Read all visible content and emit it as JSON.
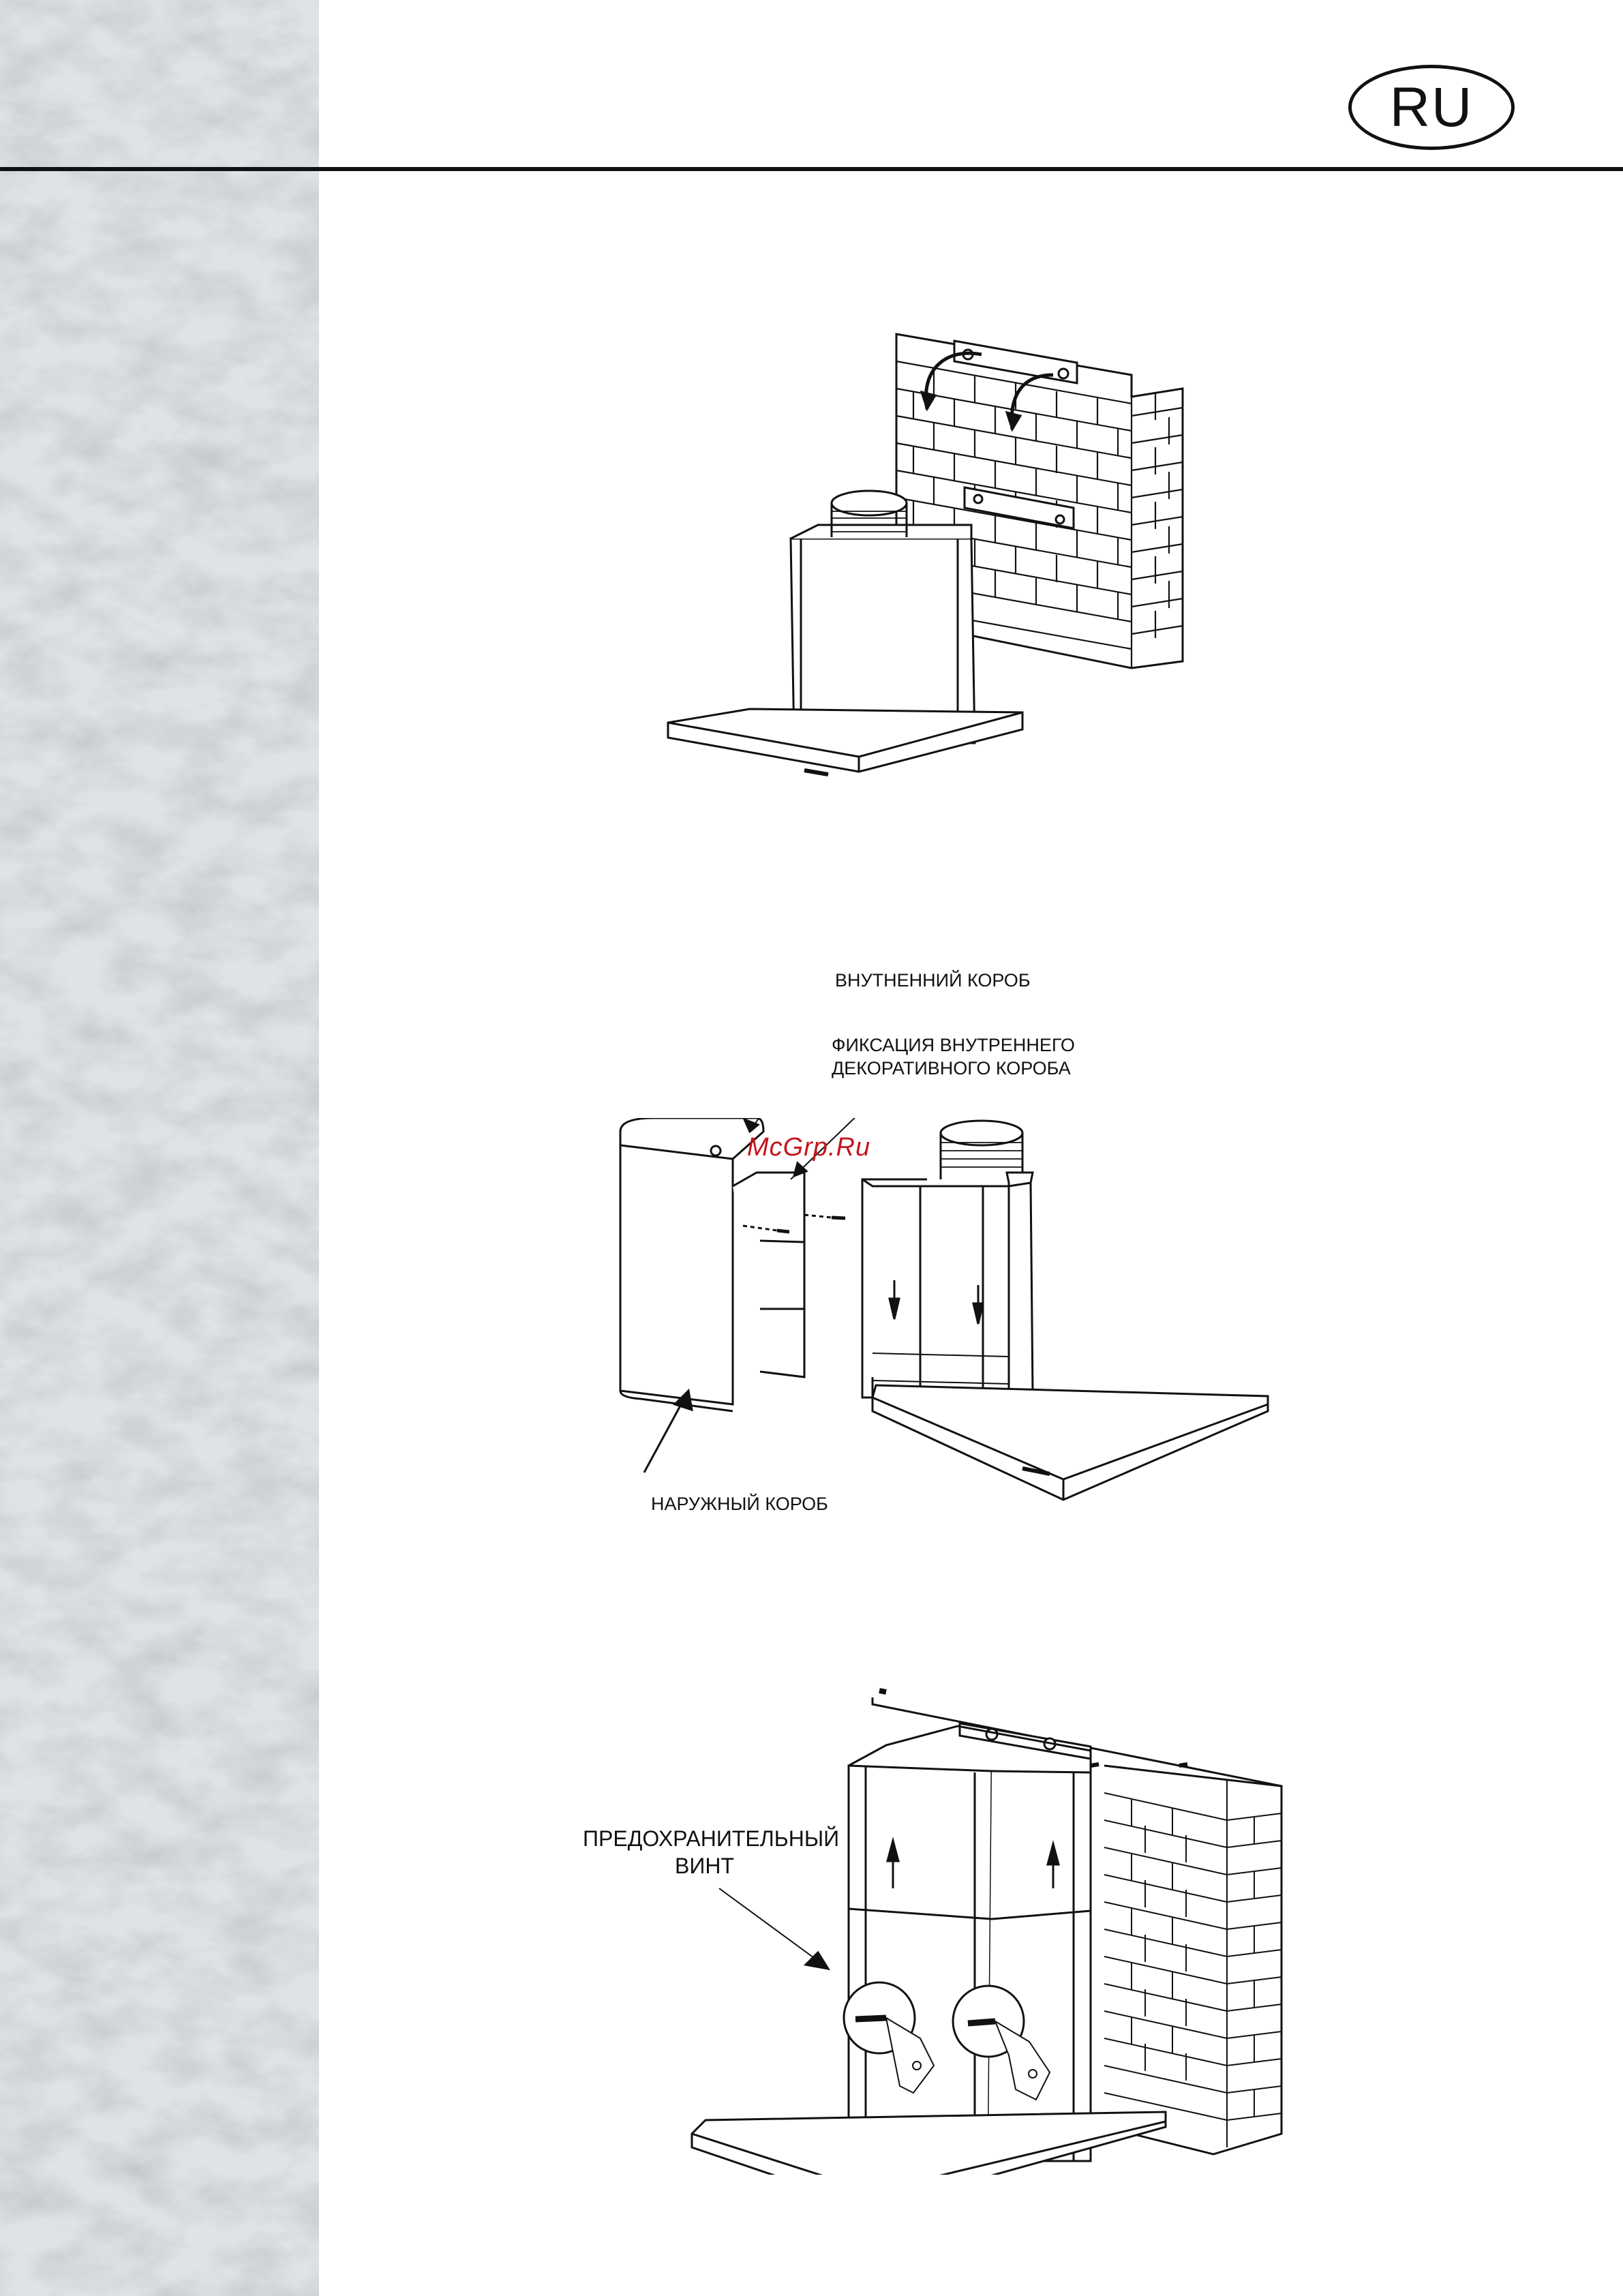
{
  "header": {
    "language_badge": "RU"
  },
  "figure2": {
    "label_inner_box": "ВНУТНЕННИЙ КОРОБ",
    "label_fixation_line1": "ФИКСАЦИЯ ВНУТРЕННЕГО",
    "label_fixation_line2": "ДЕКОРАТИВНОГО КОРОБА",
    "label_outer_box": "НАРУЖНЫЙ КОРОБ"
  },
  "figure3": {
    "label_safety_screw_line1": "ПРЕДОХРАНИТЕЛЬНЫЙ",
    "label_safety_screw_line2": "ВИНТ"
  },
  "watermark": "McGrp.Ru"
}
